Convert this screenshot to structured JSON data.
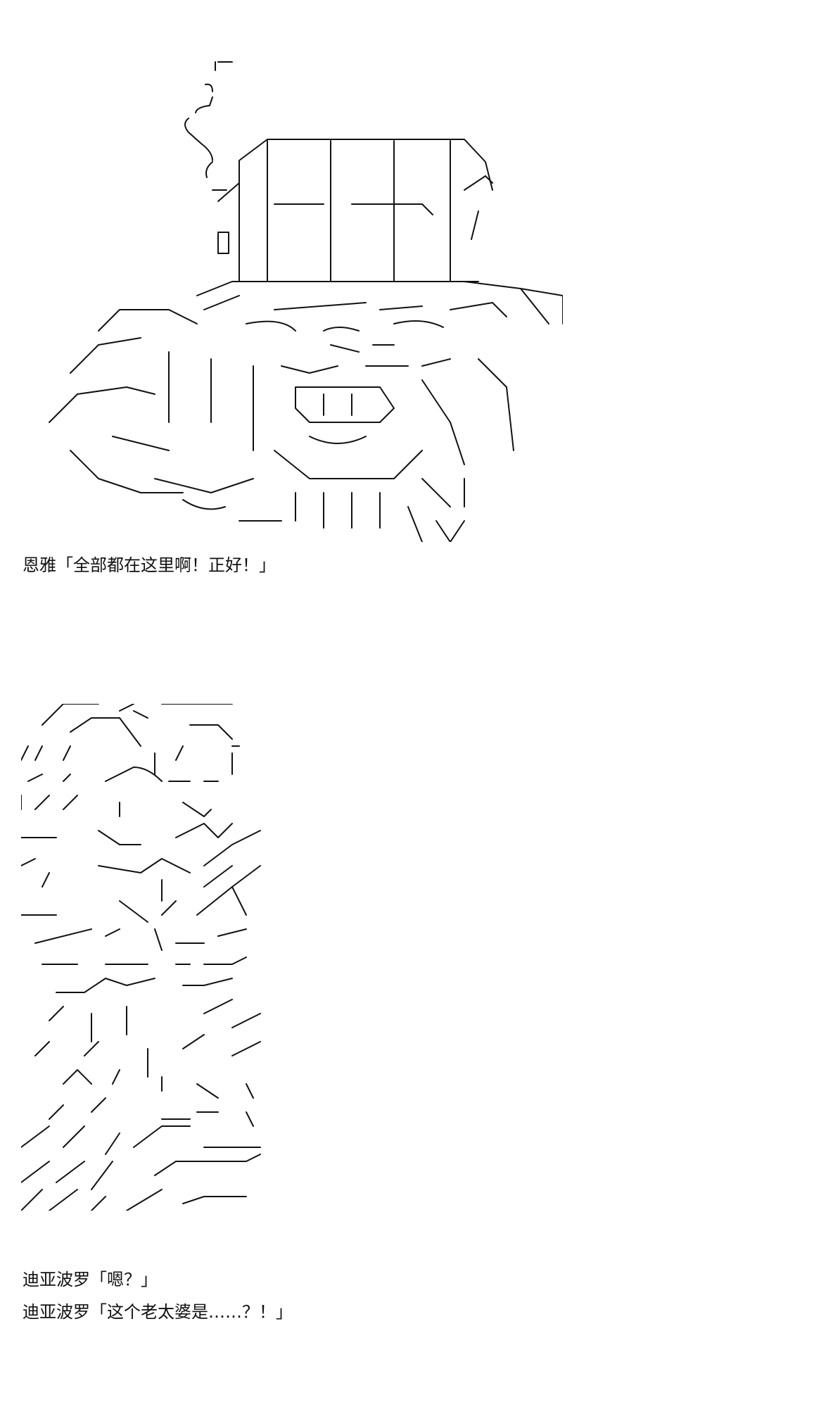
{
  "panel_1": {
    "dialogue": "恩雅「全部都在这里啊！正好！」"
  },
  "panel_2": {
    "dialogue_1": "迪亚波罗「嗯？」",
    "dialogue_2": "迪亚波罗「这个老太婆是……？！」"
  },
  "colors": {
    "background": "#ffffff",
    "ink": "#111111"
  }
}
